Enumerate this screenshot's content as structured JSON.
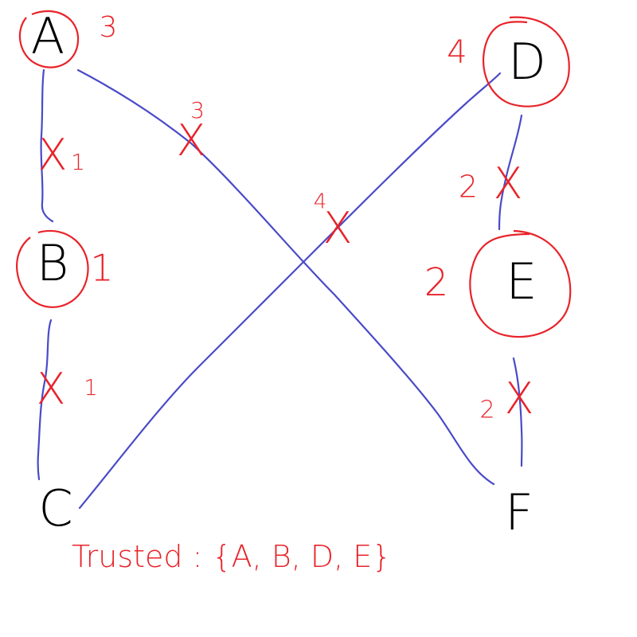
{
  "colors": {
    "edge": "#4a4ac8",
    "annotation": "#e8232a",
    "node_text": "#000000",
    "background": "#ffffff"
  },
  "nodes": [
    {
      "id": "A",
      "label": "A",
      "circled": true,
      "value": "3"
    },
    {
      "id": "B",
      "label": "B",
      "circled": true,
      "value": "1"
    },
    {
      "id": "C",
      "label": "C",
      "circled": false,
      "value": ""
    },
    {
      "id": "D",
      "label": "D",
      "circled": true,
      "value": "4"
    },
    {
      "id": "E",
      "label": "E",
      "circled": true,
      "value": "2"
    },
    {
      "id": "F",
      "label": "F",
      "circled": false,
      "value": ""
    }
  ],
  "edges": [
    {
      "from": "A",
      "to": "B",
      "weight": "1",
      "crossed": true
    },
    {
      "from": "B",
      "to": "C",
      "weight": "1",
      "crossed": true
    },
    {
      "from": "A",
      "to": "F",
      "weight": "3",
      "crossed": true
    },
    {
      "from": "C",
      "to": "D",
      "weight": "4",
      "crossed": true
    },
    {
      "from": "D",
      "to": "E",
      "weight": "2",
      "crossed": true
    },
    {
      "from": "E",
      "to": "F",
      "weight": "2",
      "crossed": true
    }
  ],
  "cross_mark": "X",
  "trusted_label": "Trusted : {A, B, D, E}"
}
